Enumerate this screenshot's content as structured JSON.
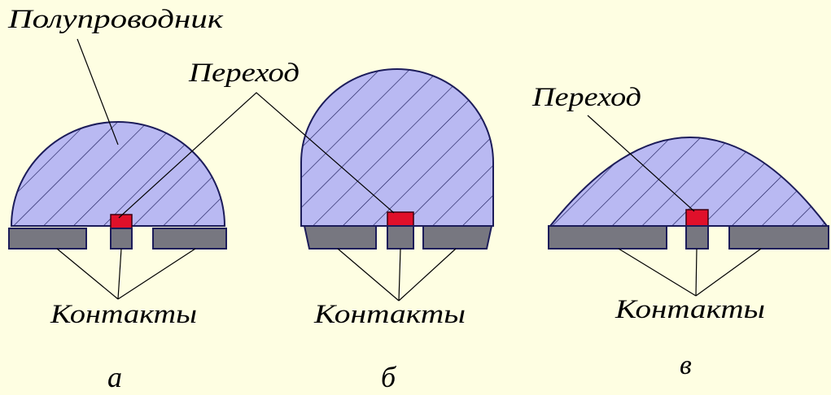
{
  "colors": {
    "background": "#fefee2",
    "semiconductor": "#b9b9f2",
    "semiconductor_outline": "#1c1c5a",
    "hatch": "#1c1c5a",
    "contact": "#777780",
    "junction": "#e0102a",
    "leader_line": "#000000"
  },
  "labels": {
    "semiconductor": "Полупроводник",
    "junction_b": "Переход",
    "junction_v": "Переход",
    "contacts_a": "Контакты",
    "contacts_b": "Контакты",
    "contacts_v": "Контакты",
    "caption_a": "а",
    "caption_b": "б",
    "caption_v": "в"
  }
}
